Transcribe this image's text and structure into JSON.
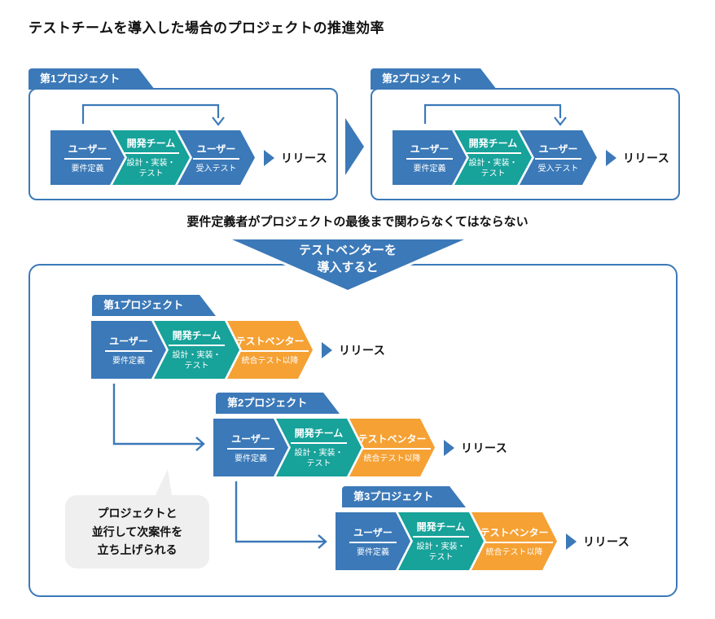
{
  "title": "テストチームを導入した場合のプロジェクトの推進効率",
  "caption": "要件定義者がプロジェクトの最後まで関わらなくてはならない",
  "funnel": {
    "line1": "テストベンターを",
    "line2": "導入すると"
  },
  "callout": {
    "text": "プロジェクトと\n並行して次案件を\n立ち上げられる"
  },
  "colors": {
    "blue": "#3b79b8",
    "teal": "#17a29a",
    "orange": "#f5a134",
    "callout_bg": "#efefef",
    "text": "#111111"
  },
  "icons": {
    "release_marker": "right-triangle-icon",
    "project_handoff": "down-then-right-arrow",
    "user_return": "loop-back-arrow",
    "between_projects": "big-right-triangle",
    "funnel_shape": "down-funnel-triangle"
  },
  "top": {
    "projects": [
      {
        "tab": "第1プロジェクト",
        "steps": [
          {
            "title": "ユーザー",
            "subtitle": "要件定義"
          },
          {
            "title": "開発チーム",
            "subtitle": "設計・実装・\nテスト"
          },
          {
            "title": "ユーザー",
            "subtitle": "受入テスト"
          }
        ],
        "release": "リリース"
      },
      {
        "tab": "第2プロジェクト",
        "steps": [
          {
            "title": "ユーザー",
            "subtitle": "要件定義"
          },
          {
            "title": "開発チーム",
            "subtitle": "設計・実装・\nテスト"
          },
          {
            "title": "ユーザー",
            "subtitle": "受入テスト"
          }
        ],
        "release": "リリース"
      }
    ]
  },
  "bottom": {
    "projects": [
      {
        "tab": "第1プロジェクト",
        "steps": [
          {
            "title": "ユーザー",
            "subtitle": "要件定義"
          },
          {
            "title": "開発チーム",
            "subtitle": "設計・実装・\nテスト"
          },
          {
            "title": "テストベンター",
            "subtitle": "統合テスト以降"
          }
        ],
        "release": "リリース"
      },
      {
        "tab": "第2プロジェクト",
        "steps": [
          {
            "title": "ユーザー",
            "subtitle": "要件定義"
          },
          {
            "title": "開発チーム",
            "subtitle": "設計・実装・\nテスト"
          },
          {
            "title": "テストベンター",
            "subtitle": "統合テスト以降"
          }
        ],
        "release": "リリース"
      },
      {
        "tab": "第3プロジェクト",
        "steps": [
          {
            "title": "ユーザー",
            "subtitle": "要件定義"
          },
          {
            "title": "開発チーム",
            "subtitle": "設計・実装・\nテスト"
          },
          {
            "title": "テストベンター",
            "subtitle": "統合テスト以降"
          }
        ],
        "release": "リリース"
      }
    ]
  }
}
